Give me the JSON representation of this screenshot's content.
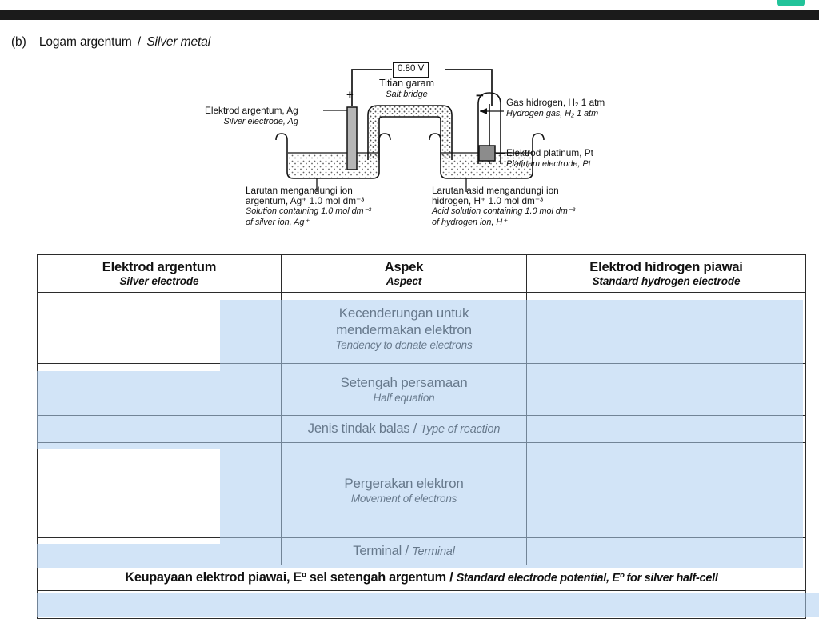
{
  "chrome": {
    "badge_name": "status-badge"
  },
  "question": {
    "number": "(b)",
    "malay": "Logam argentum",
    "separator": "/",
    "english": "Silver metal"
  },
  "diagram": {
    "name": "electrochemical-cell-diagram",
    "voltmeter_reading": "0.80 V",
    "salt_bridge": {
      "malay": "Titian garam",
      "english": "Salt bridge"
    },
    "positive_terminal": "+",
    "negative_terminal": "−",
    "silver_electrode": {
      "malay": "Elektrod argentum, Ag",
      "english": "Silver electrode, Ag"
    },
    "hydrogen_gas": {
      "malay": "Gas hidrogen, H₂ 1 atm",
      "english": "Hydrogen gas, H₂ 1 atm"
    },
    "platinum_electrode": {
      "malay": "Elektrod platinum, Pt",
      "english": "Platinum electrode, Pt"
    },
    "solution_left": {
      "malay_line1": "Larutan mengandungi ion",
      "malay_line2": "argentum, Ag⁺ 1.0 mol dm⁻³",
      "english_line1": "Solution containing 1.0 mol dm⁻³",
      "english_line2": "of silver ion, Ag⁺"
    },
    "solution_right": {
      "malay_line1": "Larutan asid mengandungi ion",
      "malay_line2": "hidrogen, H⁺ 1.0 mol dm⁻³",
      "english_line1": "Acid solution containing 1.0 mol dm⁻³",
      "english_line2": "of hydrogen ion, H⁺"
    }
  },
  "table": {
    "headers": {
      "left": {
        "malay": "Elektrod argentum",
        "english": "Silver electrode"
      },
      "mid": {
        "malay": "Aspek",
        "english": "Aspect"
      },
      "right": {
        "malay": "Elektrod hidrogen piawai",
        "english": "Standard hydrogen electrode"
      }
    },
    "rows": [
      {
        "aspect_malay_line1": "Kecenderungan untuk",
        "aspect_malay_line2": "mendermakan elektron",
        "aspect_english": "Tendency to donate electrons",
        "left_answer": "",
        "right_answer": "",
        "inline": false
      },
      {
        "aspect_malay_line1": "Setengah persamaan",
        "aspect_malay_line2": "",
        "aspect_english": "Half equation",
        "left_answer": "",
        "right_answer": "",
        "inline": false
      },
      {
        "aspect_malay_line1": "Jenis tindak balas",
        "aspect_malay_line2": "",
        "aspect_english": "Type of reaction",
        "aspect_separator": "/",
        "left_answer": "",
        "right_answer": "",
        "inline": true
      },
      {
        "aspect_malay_line1": "Pergerakan elektron",
        "aspect_malay_line2": "",
        "aspect_english": "Movement of electrons",
        "left_answer": "",
        "right_answer": "",
        "inline": false
      },
      {
        "aspect_malay_line1": "Terminal",
        "aspect_malay_line2": "",
        "aspect_english": "Terminal",
        "aspect_separator": "/",
        "left_answer": "",
        "right_answer": "",
        "inline": true
      }
    ],
    "footer_note": {
      "malay": "Keupayaan elektrod piawai, Eº sel setengah argentum",
      "separator": "/",
      "english": "Standard electrode potential, Eº for silver half-cell"
    },
    "footer_answer": ""
  }
}
